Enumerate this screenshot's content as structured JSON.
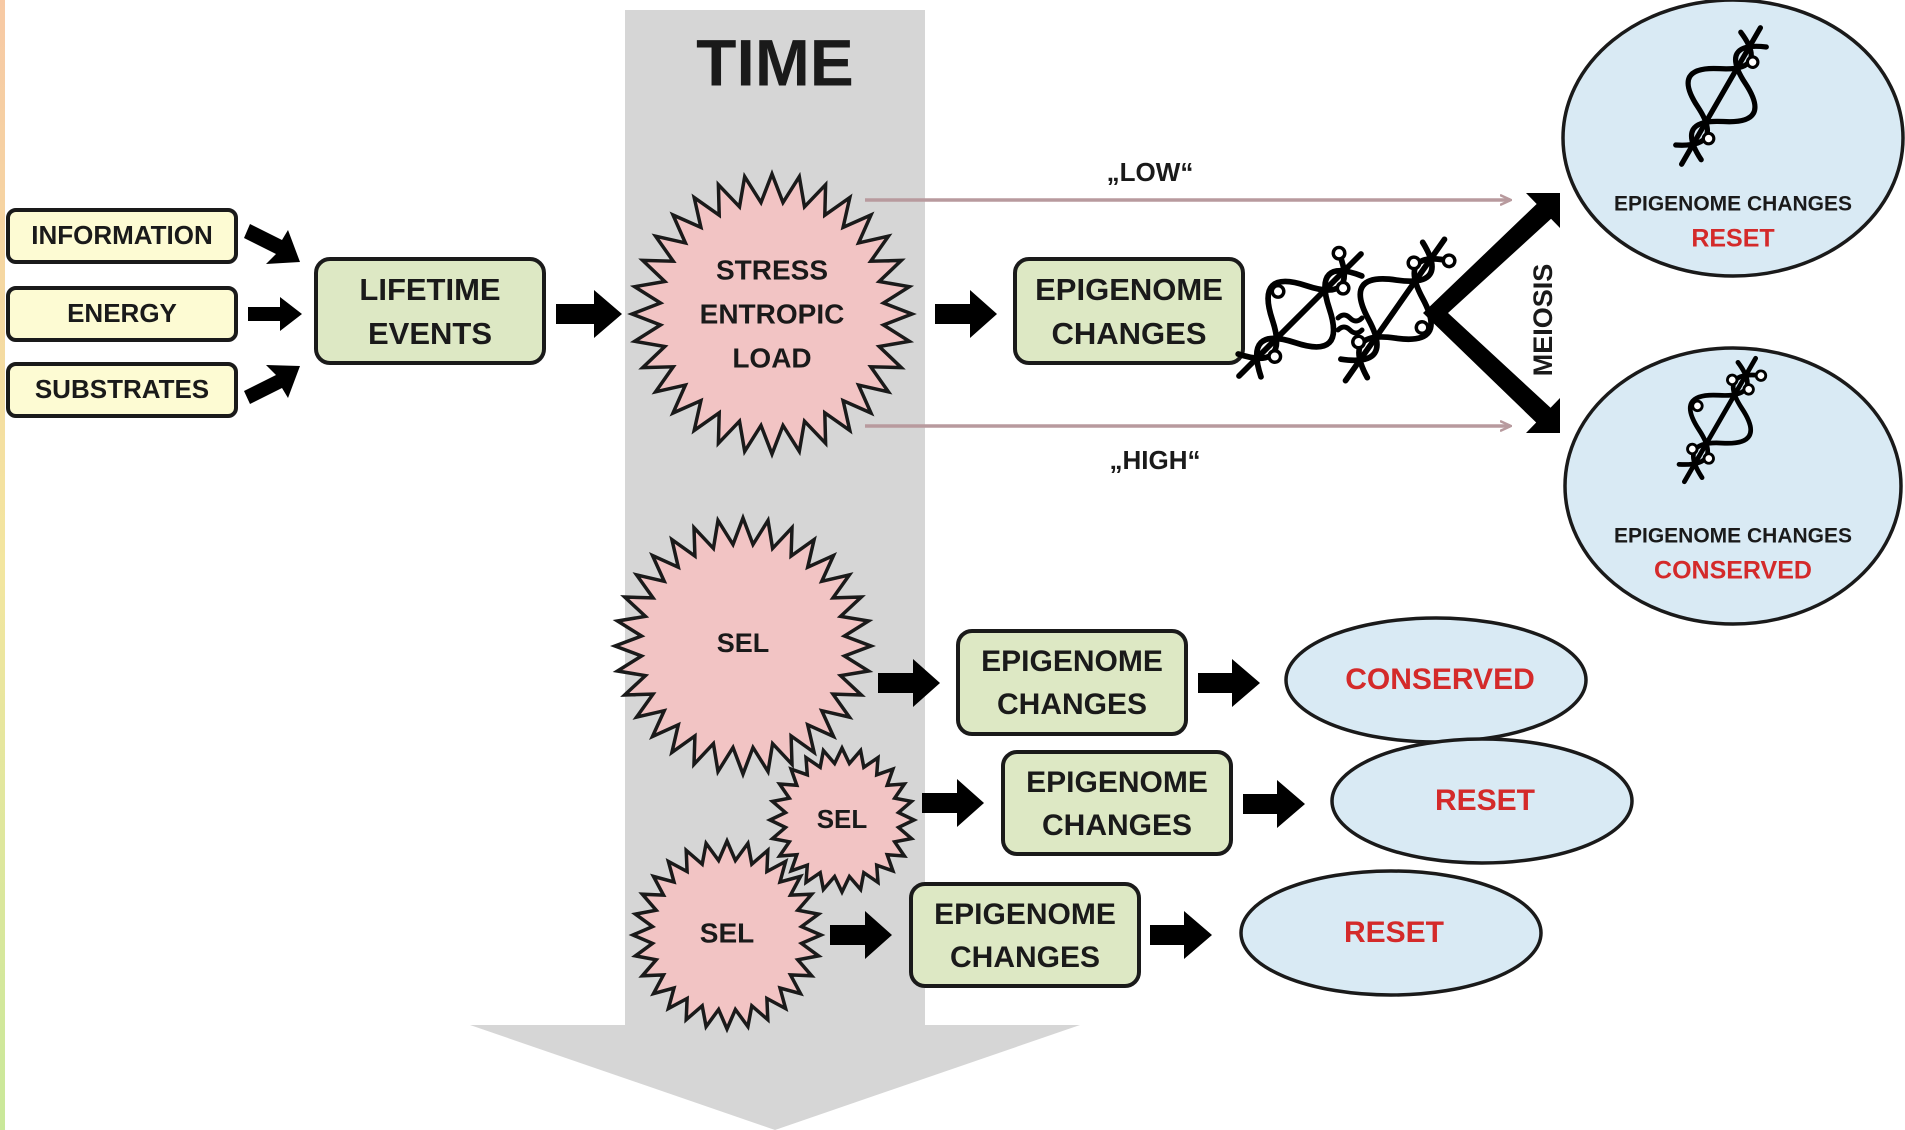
{
  "time_label": "TIME",
  "inputs": [
    "INFORMATION",
    "ENERGY",
    "SUBSTRATES"
  ],
  "lifetime_events": [
    "LIFETIME",
    "EVENTS"
  ],
  "stress_load": [
    "STRESS",
    "ENTROPIC",
    "LOAD"
  ],
  "epigenome_changes": [
    "EPIGENOME",
    "CHANGES"
  ],
  "low_label": "„LOW“",
  "high_label": "„HIGH“",
  "meiosis_label": "MEIOSIS",
  "outcome_top": {
    "title": "EPIGENOME CHANGES",
    "status": "RESET"
  },
  "outcome_bottom": {
    "title": "EPIGENOME CHANGES",
    "status": "CONSERVED"
  },
  "sel_label": "SEL",
  "sel_rows": [
    {
      "result": "CONSERVED"
    },
    {
      "result": "RESET"
    },
    {
      "result": "RESET"
    }
  ],
  "colors": {
    "input_box": "#fdfbd3",
    "green_box": "#dde8c4",
    "star": "#f2c4c4",
    "ellipse": "#d9eaf4",
    "time_band": "#d6d6d6",
    "status_red": "#d42a2a"
  }
}
